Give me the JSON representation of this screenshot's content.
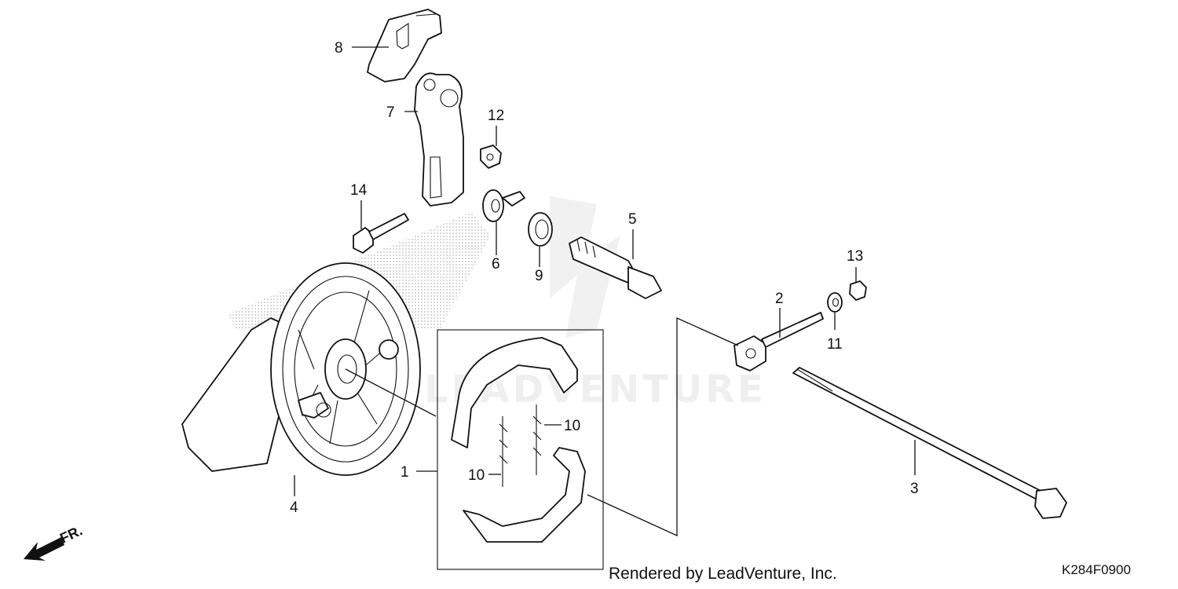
{
  "diagram": {
    "labels": {
      "p1": "1",
      "p2": "2",
      "p3": "3",
      "p4": "4",
      "p5": "5",
      "p6": "6",
      "p7": "7",
      "p8": "8",
      "p9": "9",
      "p10a": "10",
      "p10b": "10",
      "p11": "11",
      "p12": "12",
      "p13": "13",
      "p14": "14"
    },
    "direction": "FR.",
    "watermark": "LEADVENTURE",
    "credit": "Rendered by LeadVenture, Inc.",
    "drawing_code": "K284F0900"
  }
}
